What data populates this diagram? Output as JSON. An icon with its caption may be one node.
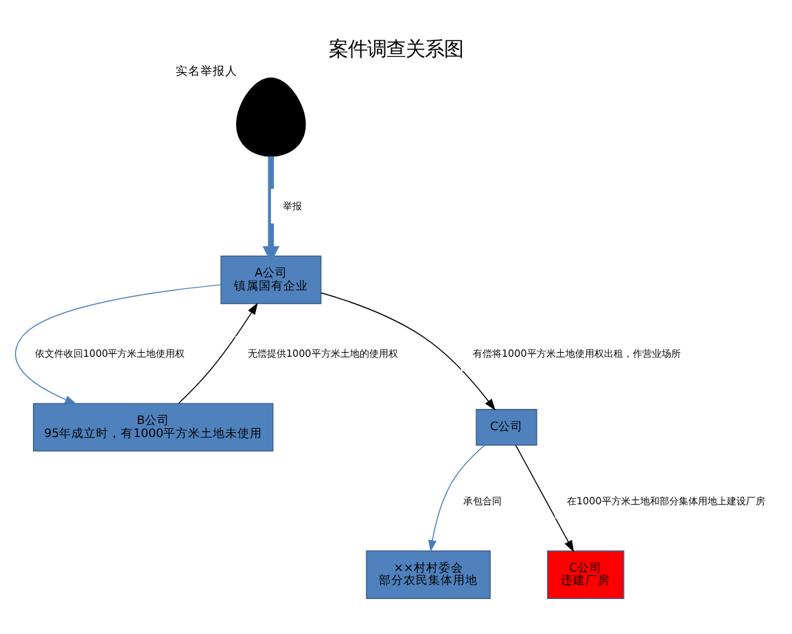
{
  "diagram": {
    "title": "案件调查关系图",
    "nodes": [
      {
        "text": [
          "××村村委会",
          "部分农民集体用地"
        ]
      },
      {
        "text": [
          "C公司",
          "违建厂房"
        ]
      },
      {
        "text": [
          "B公司",
          "95年成立时，有1000平方米土地未使用"
        ]
      },
      {
        "text": [],
        "shape": "person",
        "beside": [
          "实名举报人"
        ]
      },
      {
        "text": [
          "C公司"
        ]
      },
      {
        "text": [
          "A公司",
          "镇属国有企业"
        ]
      }
    ],
    "edges": [
      {
        "from": 4,
        "to": 0,
        "arrow": "to",
        "label": "承包合同",
        "color": "#4a7ebb"
      },
      {
        "from": 4,
        "to": 1,
        "arrow": "to",
        "label": "在1000平方米土地和部分集体用地上建设厂房",
        "color": "#000000"
      },
      {
        "from": 2,
        "to": 5,
        "arrow": "to",
        "label": "无偿提供1000平方米土地的使用权",
        "color": "#000000"
      },
      {
        "from": 5,
        "to": 2,
        "arrow": "to",
        "label": "依文件收回1000平方米土地使用权",
        "color": "#4a7ebb"
      },
      {
        "from": 5,
        "to": 4,
        "arrow": "to",
        "label": "有偿将1000平方米土地使用权出租，作营业场所",
        "color": "#000000"
      },
      {
        "from": 3,
        "to": 5,
        "arrow": "to",
        "label": "举报",
        "style": "thick",
        "color": "#4a7ebb"
      }
    ]
  }
}
